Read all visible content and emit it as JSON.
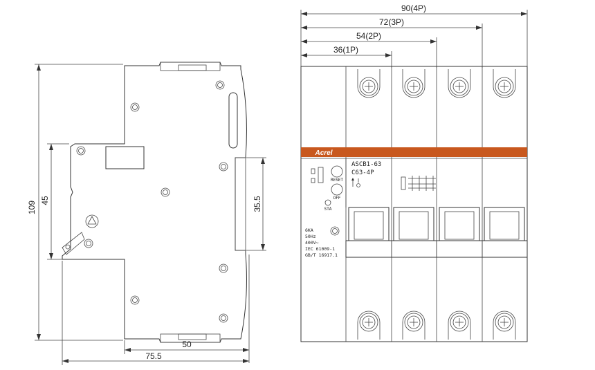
{
  "dimensions": {
    "side_height": "109",
    "side_inner_height": "45",
    "side_rail": "35.5",
    "side_depth_front": "50",
    "side_depth_total": "75.5",
    "front_width_4p": "90(4P)",
    "front_width_3p": "72(3P)",
    "front_width_2p": "54(2P)",
    "front_width_1p": "36(1P)"
  },
  "brand": {
    "name": "Acrel",
    "color": "#c8581e"
  },
  "model": {
    "line1": "ASCB1-63",
    "line2": "C63-4P"
  },
  "controls": {
    "reset": "RESET",
    "off": "OFF",
    "sta": "STA"
  },
  "ratings": [
    "6KA",
    "50Hz",
    "400V~",
    "IEC 61009-1",
    "GB/T 16917.1"
  ],
  "colors": {
    "line": "#333333",
    "brand_band": "#c8581e"
  }
}
